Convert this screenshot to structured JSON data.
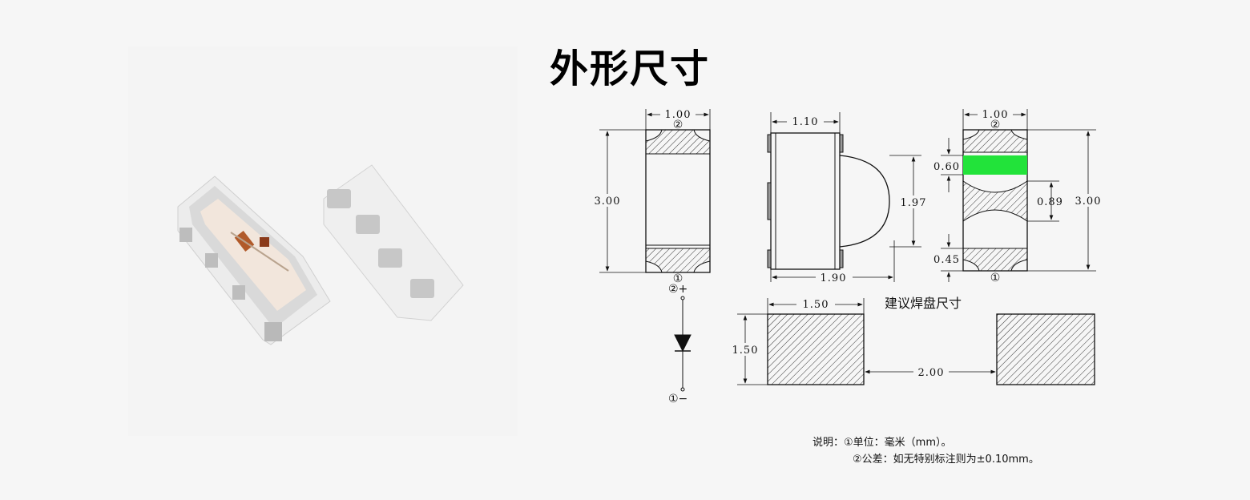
{
  "title": "外形尺寸",
  "front_view": {
    "width": "1.00",
    "height": "3.00",
    "top_pad": "②",
    "bottom_pad": "①"
  },
  "side_view": {
    "width": "1.10",
    "lens_height": "1.97",
    "depth": "1.90"
  },
  "bottom_view": {
    "width": "1.00",
    "height": "3.00",
    "emitter": "0.60",
    "center": "0.89",
    "pad": "0.45",
    "top_pad": "②",
    "bottom_pad": "①",
    "emitter_color": "#22e33a"
  },
  "symbol": {
    "anode": "②+",
    "cathode": "①−"
  },
  "pad_layout": {
    "title": "建议焊盘尺寸",
    "pad_width": "1.50",
    "pad_height": "1.50",
    "spacing": "2.00"
  },
  "notes": {
    "line1": "说明：①单位：毫米（mm）。",
    "line2": "②公差：如无特别标注则为±0.10mm。"
  }
}
